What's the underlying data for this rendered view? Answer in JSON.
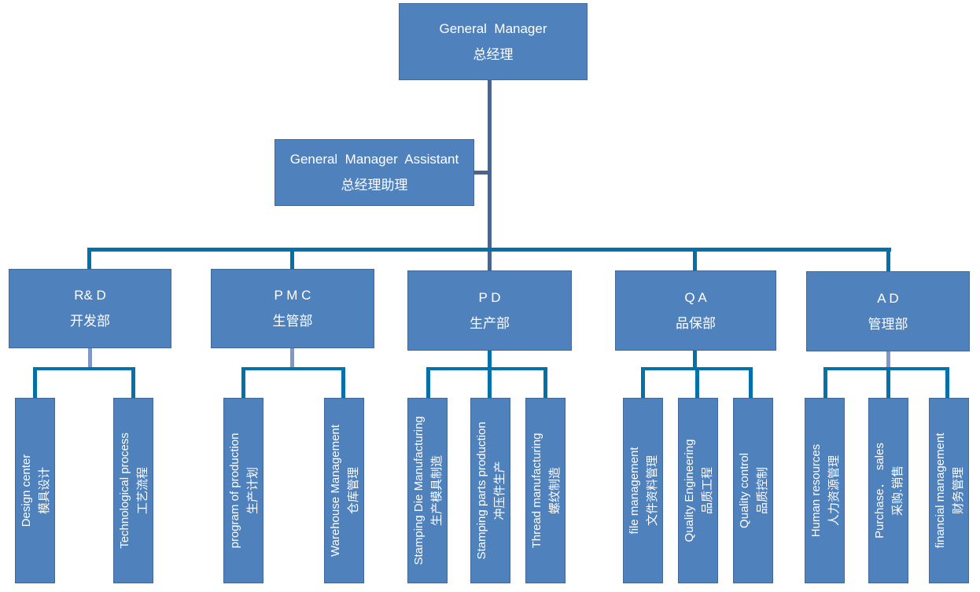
{
  "diagram_type": "organization-chart",
  "colors": {
    "node_fill": "#4f81bd",
    "node_border": "#41699c",
    "connector_teal": "#0072a9",
    "connector_dark_steel": "#4a6590",
    "connector_light_steel": "#7e99c8",
    "text": "#ffffff",
    "background": "#ffffff"
  },
  "root": {
    "en": "General  Manager",
    "zh": "总经理"
  },
  "assistant": {
    "en": "General  Manager  Assistant",
    "zh": "总经理助理"
  },
  "departments": [
    {
      "en": "R& D",
      "zh": "开发部",
      "children": [
        {
          "en": "Design center",
          "zh": "模具设计"
        },
        {
          "en": "Technological process",
          "zh": "工艺流程"
        }
      ]
    },
    {
      "en": "P M C",
      "zh": "生管部",
      "children": [
        {
          "en": "program of production",
          "zh": "生产计划"
        },
        {
          "en": "Warehouse Management",
          "zh": "仓库管理"
        }
      ]
    },
    {
      "en": "P D",
      "zh": "生产部",
      "children": [
        {
          "en": "Stamping Die Manufacturing",
          "zh": "生产模具制造"
        },
        {
          "en": "Stamping parts production",
          "zh": "冲压件生产"
        },
        {
          "en": "Thread manufacturing",
          "zh": "螺纹制造"
        }
      ]
    },
    {
      "en": "Q A",
      "zh": "品保部",
      "children": [
        {
          "en": "file management",
          "zh": "文件资料管理"
        },
        {
          "en": "Quality Engineering",
          "zh": "品质工程"
        },
        {
          "en": "Quality control",
          "zh": "品质控制"
        }
      ]
    },
    {
      "en": "A D",
      "zh": "管理部",
      "children": [
        {
          "en": "Human resources",
          "zh": "人力资源管理"
        },
        {
          "en": "Purchase．  sales",
          "zh": "采购.销售"
        },
        {
          "en": "financial management",
          "zh": "财务管理"
        }
      ]
    }
  ]
}
